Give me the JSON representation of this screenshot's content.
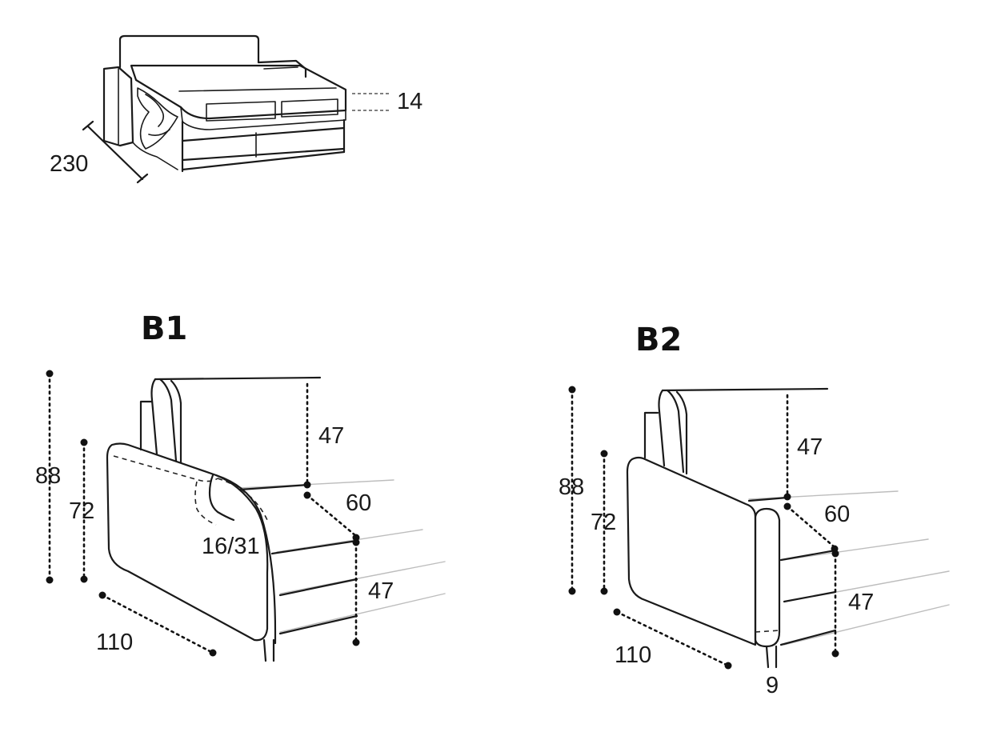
{
  "sofa_bed": {
    "length_label": "230",
    "mattress_label": "14"
  },
  "b1": {
    "title": "B1",
    "total_height": "88",
    "arm_height": "72",
    "back_height": "47",
    "seat_depth": "60",
    "seat_height": "47",
    "width": "110",
    "arm_range": "16/31"
  },
  "b2": {
    "title": "B2",
    "total_height": "88",
    "arm_height": "72",
    "back_height": "47",
    "seat_depth": "60",
    "seat_height": "47",
    "width": "110",
    "foot_label": "9"
  }
}
